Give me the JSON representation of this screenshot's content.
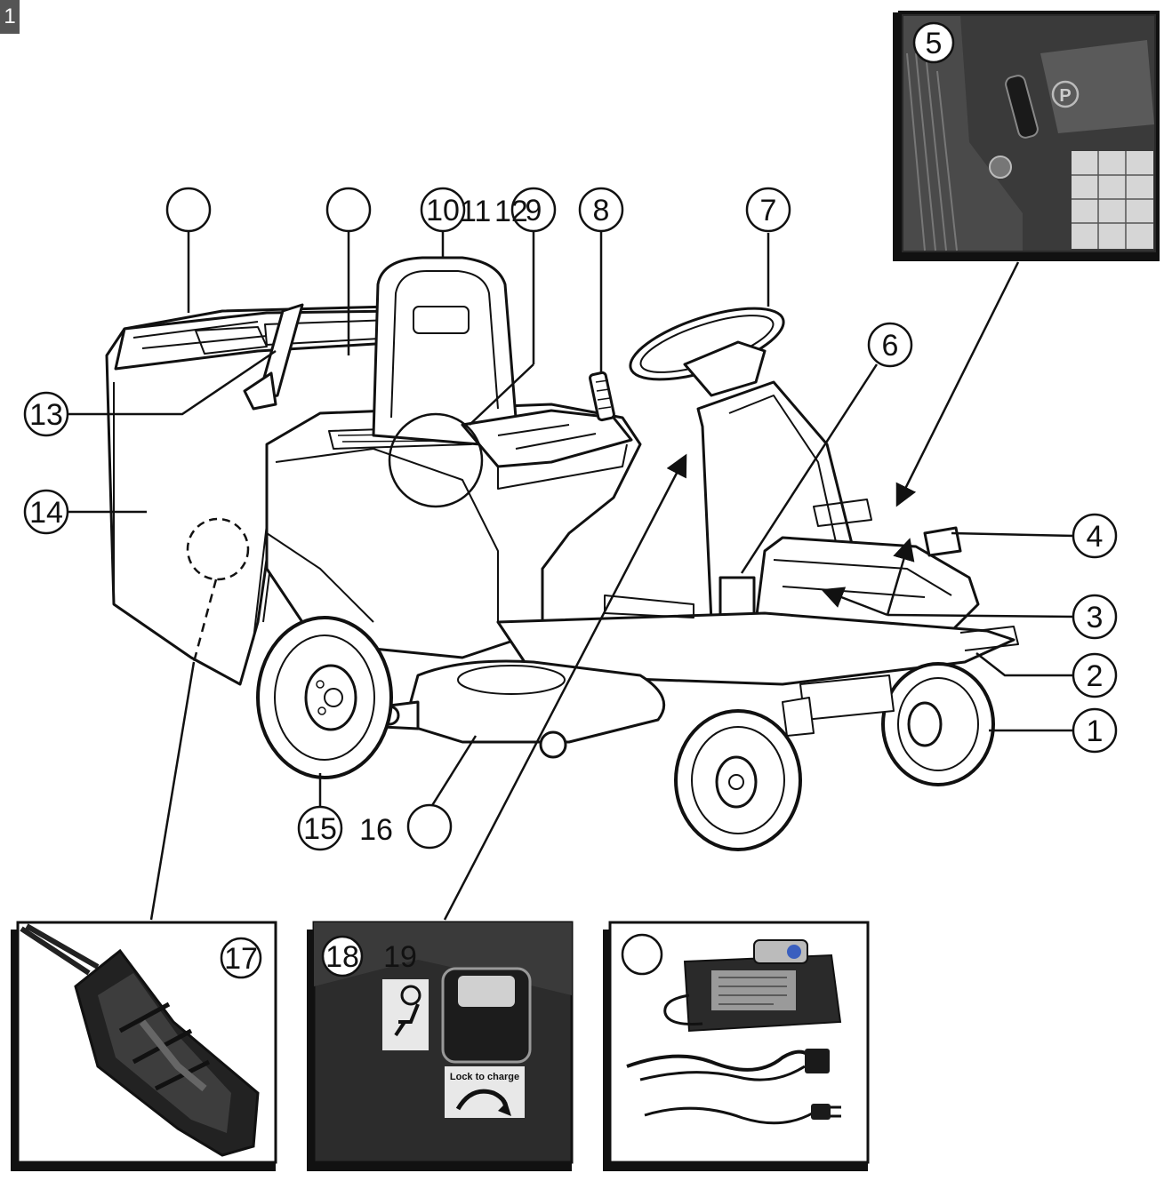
{
  "page_tag": "1",
  "callouts": {
    "c1": "1",
    "c2": "2",
    "c3": "3",
    "c4": "4",
    "c5": "5",
    "c6": "6",
    "c7": "7",
    "c8": "8",
    "c9": "9",
    "c10": "10",
    "c11": "11",
    "c12": "12",
    "c13": "13",
    "c14": "14",
    "c15": "15",
    "c16": "16",
    "c17": "17",
    "c18": "18",
    "c19": "19",
    "blank_a": "",
    "blank_b": "",
    "blank_c": "",
    "blank_d": ""
  },
  "inset_brake": {
    "sign_letter": "P"
  },
  "inset_charge": {
    "sticker_text": "Lock to charge"
  },
  "icons": {
    "parking": "parking-p-icon",
    "plug": "plug-icon",
    "rotate": "rotate-arrow-icon"
  },
  "colors": {
    "ink": "#111111",
    "photo_dark": "#262626",
    "photo_mid": "#6b6b6b",
    "page_tag": "#555555"
  }
}
